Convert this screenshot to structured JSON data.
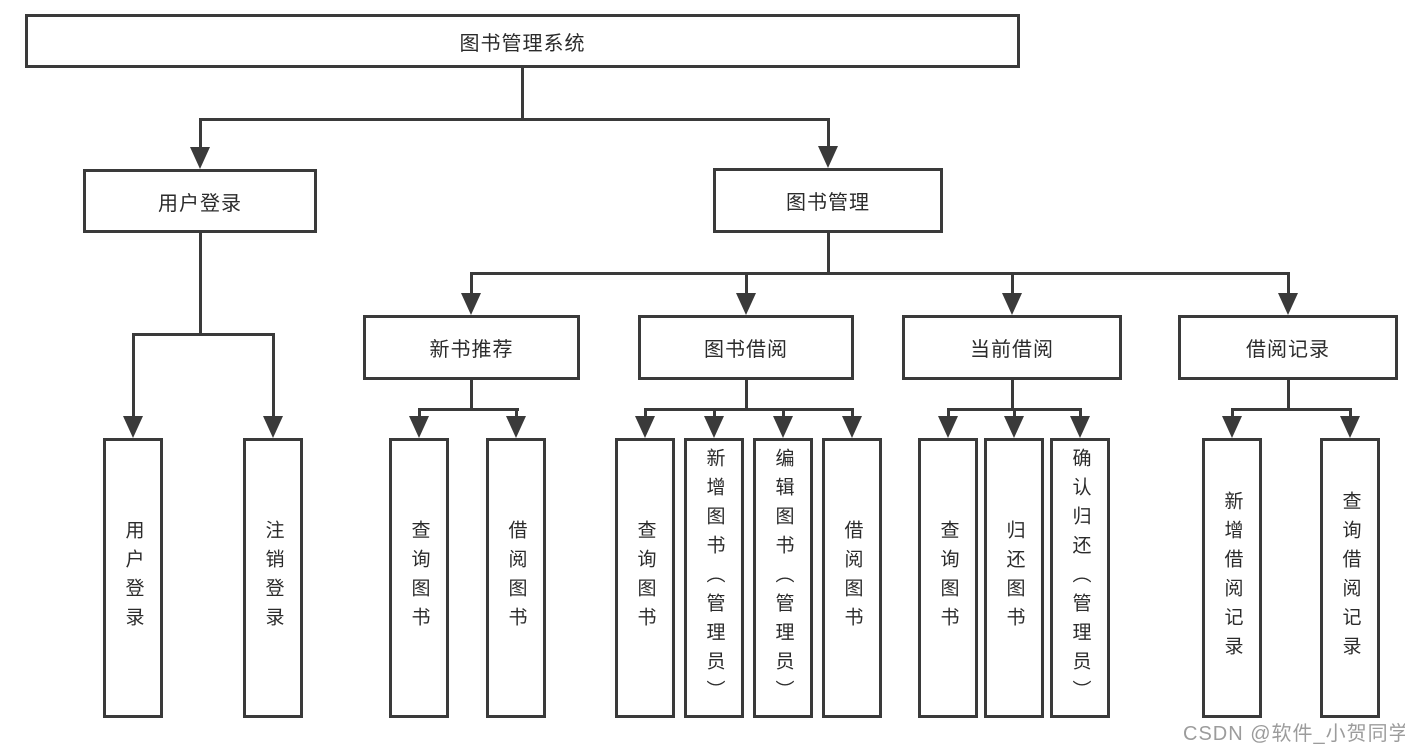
{
  "diagram_title": "图书管理系统",
  "tree": {
    "label": "图书管理系统",
    "children": [
      {
        "label": "用户登录",
        "children": [
          {
            "label": "用户登录"
          },
          {
            "label": "注销登录"
          }
        ]
      },
      {
        "label": "图书管理",
        "children": [
          {
            "label": "新书推荐",
            "children": [
              {
                "label": "查询图书"
              },
              {
                "label": "借阅图书"
              }
            ]
          },
          {
            "label": "图书借阅",
            "children": [
              {
                "label": "查询图书"
              },
              {
                "label": "新增图书（管理员）"
              },
              {
                "label": "编辑图书（管理员）"
              },
              {
                "label": "借阅图书"
              }
            ]
          },
          {
            "label": "当前借阅",
            "children": [
              {
                "label": "查询图书"
              },
              {
                "label": "归还图书"
              },
              {
                "label": "确认归还（管理员）"
              }
            ]
          },
          {
            "label": "借阅记录",
            "children": [
              {
                "label": "新增借阅记录"
              },
              {
                "label": "查询借阅记录"
              }
            ]
          }
        ]
      }
    ]
  },
  "watermark": {
    "text": "CSDN @软件_小贺同学"
  },
  "colors": {
    "line": "#3a3a3a",
    "text": "#2b2b2b",
    "watermark_text": "#9c9c9c",
    "background": "#ffffff"
  }
}
